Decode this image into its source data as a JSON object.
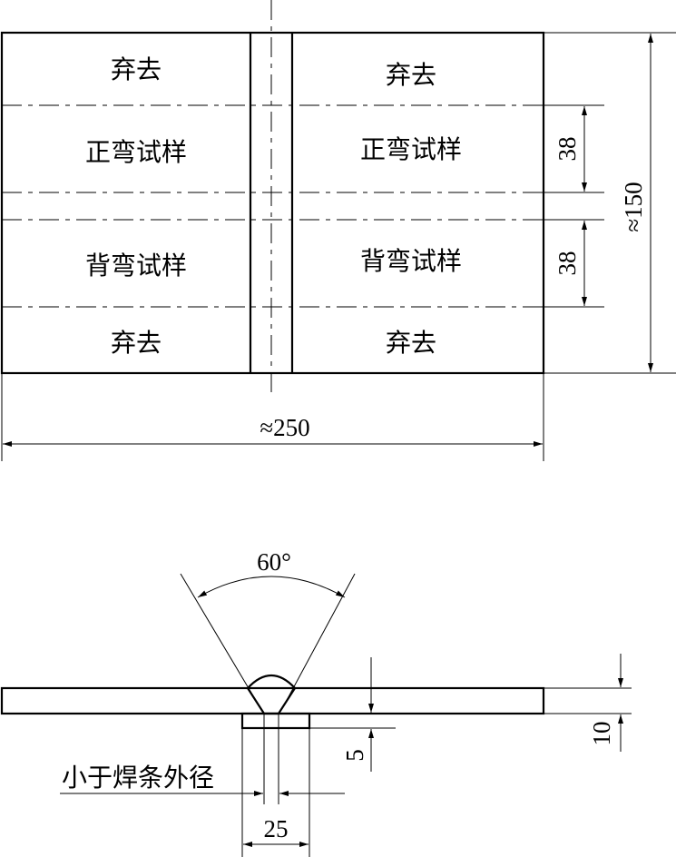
{
  "plate": {
    "discard_label": "弃去",
    "face_bend_label": "正弯试样",
    "back_bend_label": "背弯试样"
  },
  "dimensions": {
    "width_label": "≈250",
    "height_label": "≈150",
    "specimen_height_label": "38",
    "angle_label": "60°",
    "thickness_label": "10",
    "backing_thickness_label": "5",
    "backing_width_label": "25",
    "gap_label": "小于焊条外径"
  }
}
